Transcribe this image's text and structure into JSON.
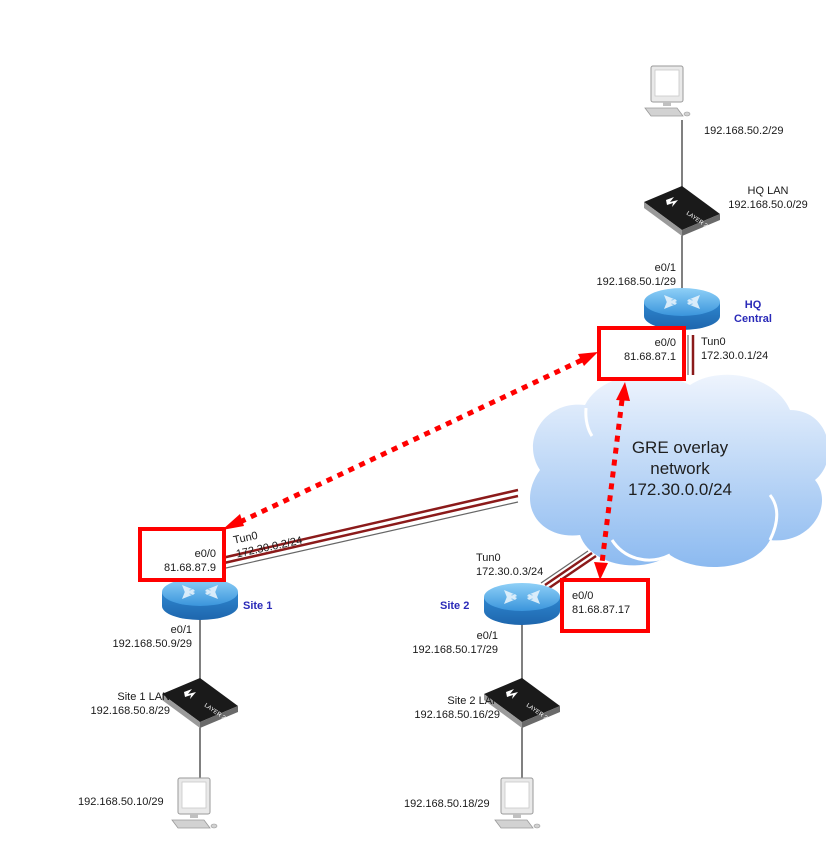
{
  "diagram": {
    "title": "GRE overlay network topology",
    "cloud": {
      "line1": "GRE overlay",
      "line2": "network",
      "line3": "172.30.0.0/24",
      "color_top": "#e8f1fc",
      "color_bottom": "#8fbcf2"
    },
    "hq": {
      "name_line1": "HQ",
      "name_line2": "Central",
      "pc_ip": "192.168.50.2/29",
      "lan_name": "HQ LAN",
      "lan_subnet": "192.168.50.0/29",
      "lan_if": "e0/1",
      "lan_ip": "192.168.50.1/29",
      "wan_if": "e0/0",
      "wan_ip": "81.68.87.1",
      "tun_if": "Tun0",
      "tun_ip": "172.30.0.1/24"
    },
    "site1": {
      "name": "Site 1",
      "wan_if": "e0/0",
      "wan_ip": "81.68.87.9",
      "tun_if": "Tun0",
      "tun_ip": "172.30.0.2/24",
      "lan_if": "e0/1",
      "lan_ip": "192.168.50.9/29",
      "lan_name": "Site 1 LAN",
      "lan_subnet": "192.168.50.8/29",
      "pc_ip": "192.168.50.10/29"
    },
    "site2": {
      "name": "Site 2",
      "wan_if": "e0/0",
      "wan_ip": "81.68.87.17",
      "tun_if": "Tun0",
      "tun_ip": "172.30.0.3/24",
      "lan_if": "e0/1",
      "lan_ip": "192.168.50.17/29",
      "lan_name": "Site 2 LAN",
      "lan_subnet": "192.168.50.16/29",
      "pc_ip": "192.168.50.18/29"
    },
    "switch_label": "LAYER 2",
    "colors": {
      "highlight": "#ff0000",
      "tunnel": "#8b1a1a",
      "router": "#3d9be0",
      "site_label": "#2a2ab8",
      "link": "#555555"
    }
  }
}
